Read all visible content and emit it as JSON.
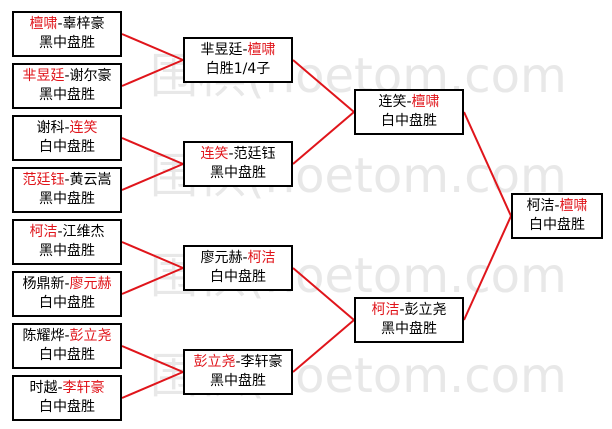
{
  "colors": {
    "winner": "#e0151b",
    "line": "#e0151b",
    "border": "#000000",
    "text": "#000000"
  },
  "watermark": "围棋(hoetom.com",
  "matches": [
    {
      "id": "r1-1",
      "a": "檀啸",
      "b": "辜梓豪",
      "winner": "a",
      "result": "黑中盘胜"
    },
    {
      "id": "r1-2",
      "a": "芈昱廷",
      "b": "谢尔豪",
      "winner": "a",
      "result": "黑中盘胜"
    },
    {
      "id": "r1-3",
      "a": "谢科",
      "b": "连笑",
      "winner": "b",
      "result": "白中盘胜"
    },
    {
      "id": "r1-4",
      "a": "范廷钰",
      "b": "黄云嵩",
      "winner": "a",
      "result": "黑中盘胜"
    },
    {
      "id": "r1-5",
      "a": "柯洁",
      "b": "江维杰",
      "winner": "a",
      "result": "黑中盘胜"
    },
    {
      "id": "r1-6",
      "a": "杨鼎新",
      "b": "廖元赫",
      "winner": "b",
      "result": "白中盘胜"
    },
    {
      "id": "r1-7",
      "a": "陈耀烨",
      "b": "彭立尧",
      "winner": "b",
      "result": "白中盘胜"
    },
    {
      "id": "r1-8",
      "a": "时越",
      "b": "李轩豪",
      "winner": "b",
      "result": "白中盘胜"
    },
    {
      "id": "r2-1",
      "a": "芈昱廷",
      "b": "檀啸",
      "winner": "b",
      "result": "白胜1/4子"
    },
    {
      "id": "r2-2",
      "a": "连笑",
      "b": "范廷钰",
      "winner": "a",
      "result": "黑中盘胜"
    },
    {
      "id": "r2-3",
      "a": "廖元赫",
      "b": "柯洁",
      "winner": "b",
      "result": "白中盘胜"
    },
    {
      "id": "r2-4",
      "a": "彭立尧",
      "b": "李轩豪",
      "winner": "a",
      "result": "黑中盘胜"
    },
    {
      "id": "r3-1",
      "a": "连笑",
      "b": "檀啸",
      "winner": "b",
      "result": "白中盘胜"
    },
    {
      "id": "r3-2",
      "a": "柯洁",
      "b": "彭立尧",
      "winner": "a",
      "result": "黑中盘胜"
    },
    {
      "id": "r4-1",
      "a": "柯洁",
      "b": "檀啸",
      "winner": "b",
      "result": "白中盘胜"
    }
  ]
}
